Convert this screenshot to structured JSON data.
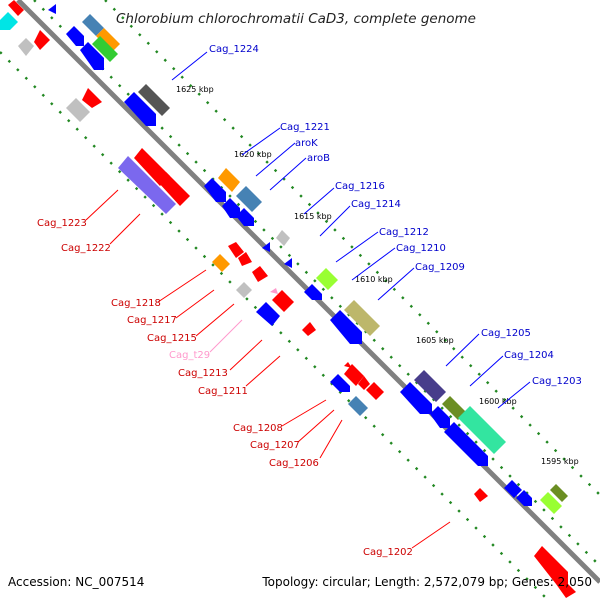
{
  "title": "Chlorobium chlorochromatii CaD3, complete genome",
  "footer": {
    "accession": "Accession: NC_007514",
    "stats": "Topology: circular; Length: 2,572,079 bp; Genes: 2,050"
  },
  "scale_marks": [
    "1625 kbp",
    "1620 kbp",
    "1615 kbp",
    "1610 kbp",
    "1605 kbp",
    "1600 kbp",
    "1595 kbp"
  ],
  "forward_labels": [
    "Cag_1224",
    "Cag_1221",
    "aroK",
    "aroB",
    "Cag_1216",
    "Cag_1214",
    "Cag_1212",
    "Cag_1210",
    "Cag_1209",
    "Cag_1205",
    "Cag_1204",
    "Cag_1203"
  ],
  "reverse_labels": [
    "Cag_1223",
    "Cag_1222",
    "Cag_1218",
    "Cag_1217",
    "Cag_1215",
    "Cag_t29",
    "Cag_1213",
    "Cag_1211",
    "Cag_1208",
    "Cag_1207",
    "Cag_1206",
    "Cag_1202"
  ],
  "colors": {
    "cds": "#0000ff",
    "cds_reverse": "#ff0000",
    "trna": "#ff99cc",
    "backbone": "#808080",
    "scale_dots": "#228822"
  }
}
